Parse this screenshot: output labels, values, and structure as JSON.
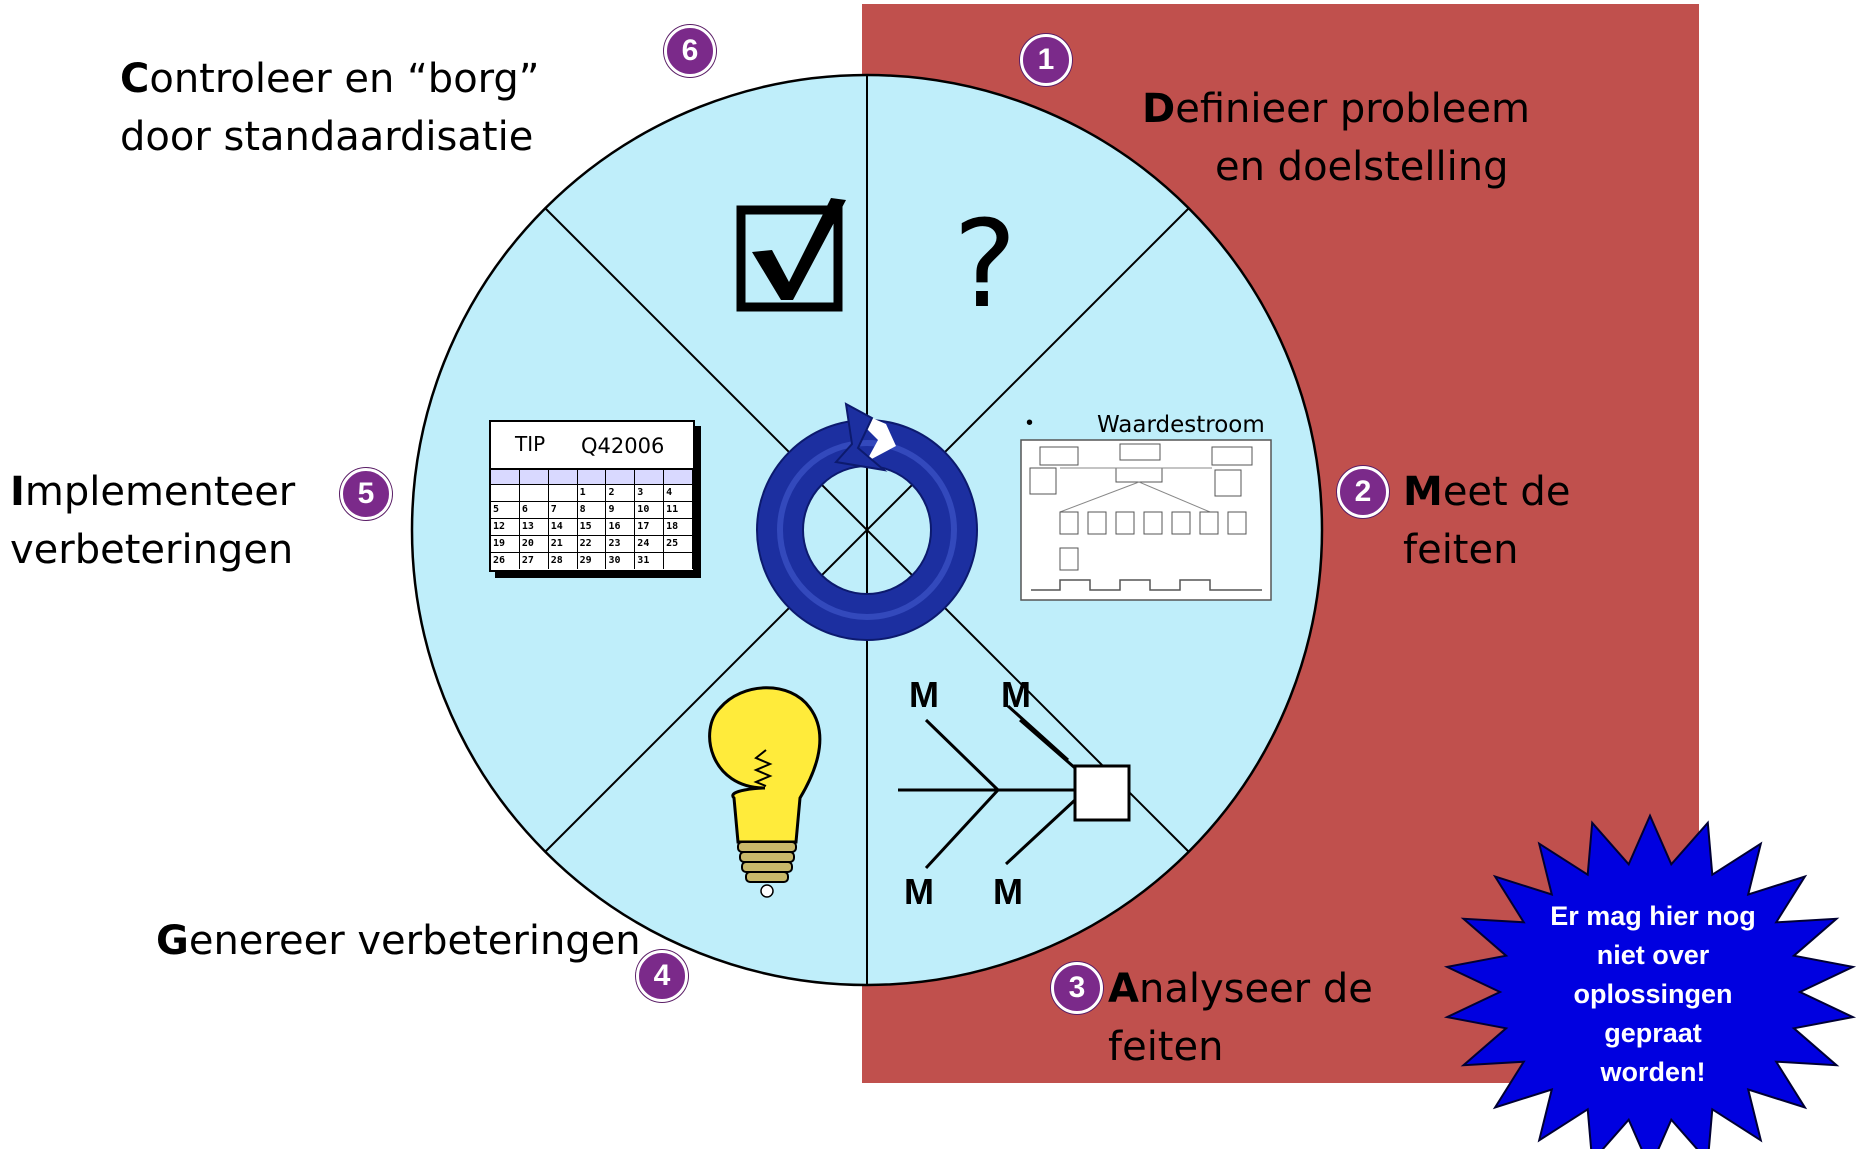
{
  "colors": {
    "red_panel": "#c0504d",
    "wheel_fill": "#bfeefa",
    "badge": "#7b2a8a",
    "cycle_blue": "#1c2fa0",
    "burst_blue": "#0000e0"
  },
  "steps": [
    {
      "number": "1",
      "initial": "D",
      "rest_line1": "efinieer probleem",
      "line2": "en doelstelling",
      "icon": "question-mark-icon"
    },
    {
      "number": "2",
      "initial": "M",
      "rest_line1": "eet de",
      "line2": "feiten",
      "icon": "value-stream-map-icon"
    },
    {
      "number": "3",
      "initial": "A",
      "rest_line1": "nalyseer de",
      "line2": "feiten",
      "icon": "fishbone-diagram-icon"
    },
    {
      "number": "4",
      "initial": "G",
      "rest_line1": "enereer verbeteringen",
      "line2": "",
      "icon": "lightbulb-icon"
    },
    {
      "number": "5",
      "initial": "I",
      "rest_line1": "mplementeer",
      "line2": "verbeteringen",
      "icon": "calendar-icon"
    },
    {
      "number": "6",
      "initial": "C",
      "rest_line1": "ontroleer en  “borg”",
      "line2": "door standaardisatie",
      "icon": "checkbox-icon"
    }
  ],
  "icons": {
    "question": "?",
    "value_stream": {
      "bullet": "•",
      "title": "Waardestroom"
    },
    "fishbone": {
      "labels": [
        "M",
        "M",
        "M",
        "M"
      ]
    },
    "calendar": {
      "title": "TIP",
      "code": "Q42006",
      "rows": [
        [
          "",
          "",
          "",
          "1",
          "2",
          "3",
          "4"
        ],
        [
          "5",
          "6",
          "7",
          "8",
          "9",
          "10",
          "11"
        ],
        [
          "12",
          "13",
          "14",
          "15",
          "16",
          "17",
          "18"
        ],
        [
          "19",
          "20",
          "21",
          "22",
          "23",
          "24",
          "25"
        ],
        [
          "26",
          "27",
          "28",
          "29",
          "30",
          "31",
          ""
        ]
      ]
    }
  },
  "callout": {
    "lines": [
      "Er mag hier nog",
      "niet over",
      "oplossingen",
      "gepraat",
      "worden!"
    ]
  }
}
